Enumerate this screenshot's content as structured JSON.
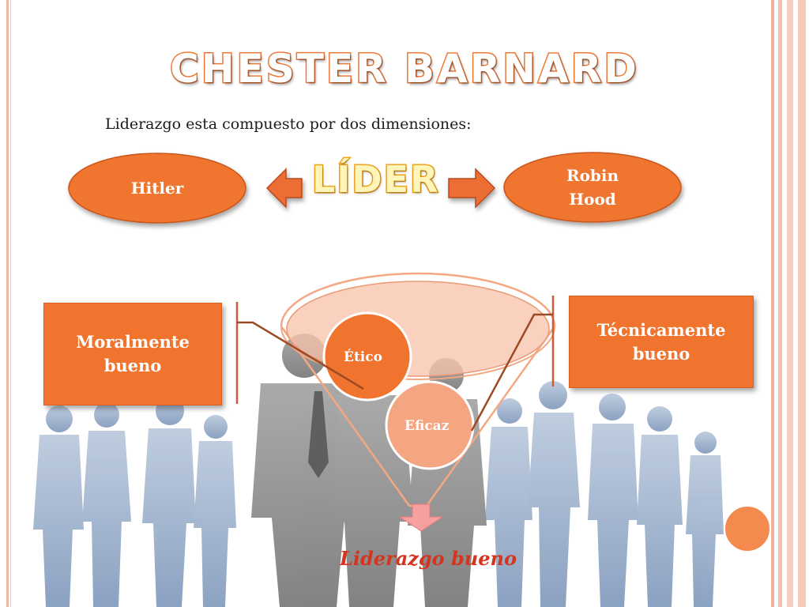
{
  "title": "CHESTER BARNARD",
  "subtitle": "Liderazgo esta compuesto por dos dimensiones:",
  "leader": "LÍDER",
  "left_oval": "Hitler",
  "right_oval": {
    "line1": "Robin",
    "line2": "Hood"
  },
  "left_box": {
    "line1": "Moralmente",
    "line2": "bueno"
  },
  "right_box": {
    "line1": "Técnicamente",
    "line2": "bueno"
  },
  "funnel": {
    "top": "Ético",
    "bottom": "Eficaz"
  },
  "result": "Liderazgo bueno",
  "colors": {
    "accent": "#f0742e",
    "funnel": "#f7b998",
    "stripe": "#f4b8a3",
    "result": "#d4351f"
  }
}
